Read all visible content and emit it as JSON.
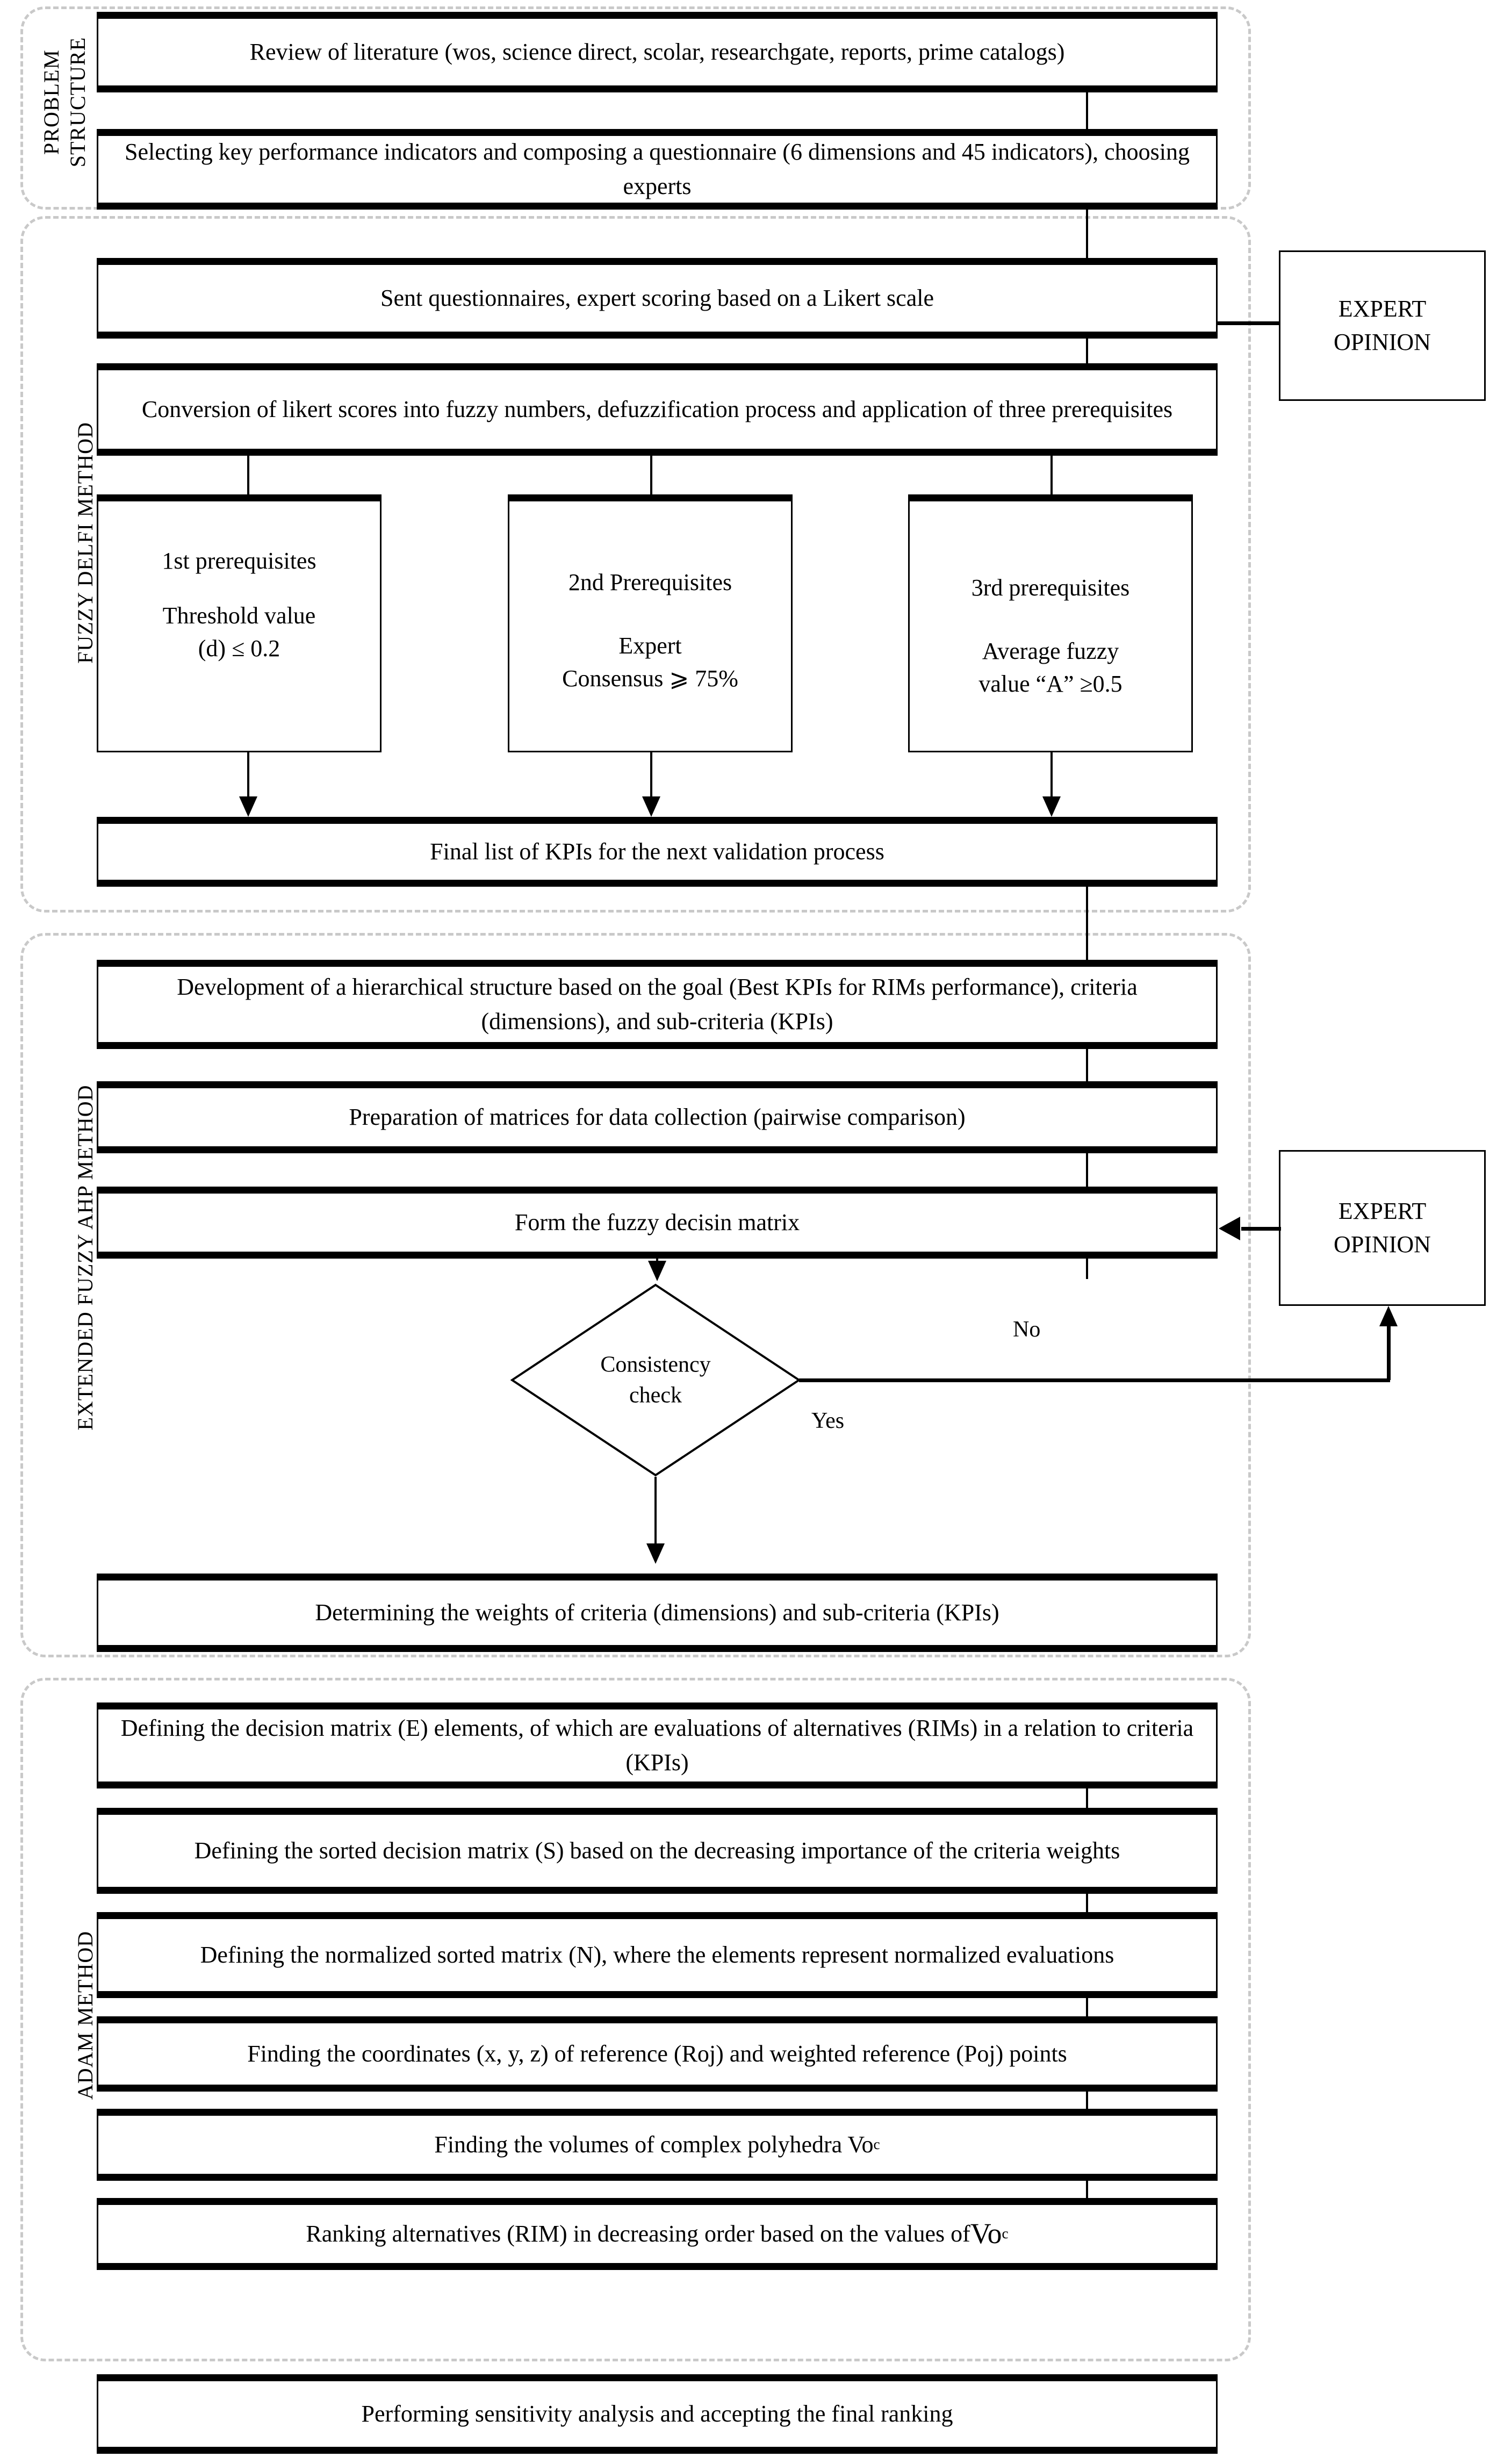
{
  "sections": [
    {
      "id": "problem-structure",
      "label": "PROBLEM\nSTRUCTURE",
      "label_line1": "PROBLEM",
      "label_line2": "STRUCTURE"
    },
    {
      "id": "fuzzy-delfi",
      "label": "FUZZY DELFI METHOD"
    },
    {
      "id": "extended-fuzzy-ahp",
      "label": "EXTENDED FUZZY AHP METHOD"
    },
    {
      "id": "adam",
      "label": "ADAM METHOD"
    }
  ],
  "steps": {
    "review_literature": "Review of literature (wos, science direct, scolar, researchgate, reports, prime catalogs)",
    "select_kpis": "Selecting key performance indicators and composing a questionnaire (6 dimensions and 45 indicators), choosing experts",
    "sent_questionnaires": "Sent questionnaires, expert scoring based on a Likert scale",
    "conversion_likert": "Conversion of likert scores into fuzzy numbers, defuzzification process and application of three prerequisites",
    "final_list_kpis": "Final list of KPIs for the next validation process",
    "hierarchical_structure": "Development of a hierarchical structure based on the goal (Best KPIs for RIMs performance), criteria (dimensions), and sub-criteria (KPIs)",
    "prepare_matrices": "Preparation of matrices for data collection (pairwise comparison)",
    "form_fuzzy_matrix": "Form the fuzzy decisin matrix",
    "determine_weights": "Determining the weights of criteria (dimensions) and sub-criteria (KPIs)",
    "decision_matrix_e": "Defining the decision matrix (E) elements, of which are  evaluations of alternatives (RIMs) in a relation to criteria (KPIs)",
    "sorted_matrix_s": "Defining the sorted decision matrix (S) based on the decreasing importance of the criteria weights",
    "normalized_matrix_n": "Defining the normalized sorted matrix (N), where the elements represent normalized evaluations",
    "coordinates_ref": "Finding the coordinates (x, y, z) of reference (Roj) and weighted reference (Poj) points",
    "volumes_polyhedra_prefix": "Finding the volumes of complex polyhedra Vo",
    "volumes_polyhedra_sup": "c",
    "ranking_prefix": "Ranking alternatives (RIM) in decreasing order based on the values of ",
    "ranking_symbol": "Vo",
    "ranking_sup": "c",
    "sensitivity": "Performing sensitivity analysis and accepting the final ranking"
  },
  "prerequisites": [
    {
      "title": "1st prerequisites",
      "line1": "Threshold value",
      "line2": "(d) ≤ 0.2"
    },
    {
      "title": "2nd Prerequisites",
      "line1": "Expert",
      "line2": "Consensus ⩾ 75%"
    },
    {
      "title": "3rd prerequisites",
      "line1": "Average fuzzy",
      "line2": "value  “A” ≥0.5"
    }
  ],
  "expert_opinion": {
    "line1": "EXPERT",
    "line2": "OPINION"
  },
  "decision": {
    "line1": "Consistency",
    "line2": "check",
    "yes_label": "Yes",
    "no_label": "No"
  },
  "colors": {
    "stroke": "#000000",
    "group_border": "#c9c9c9",
    "background": "#ffffff"
  }
}
